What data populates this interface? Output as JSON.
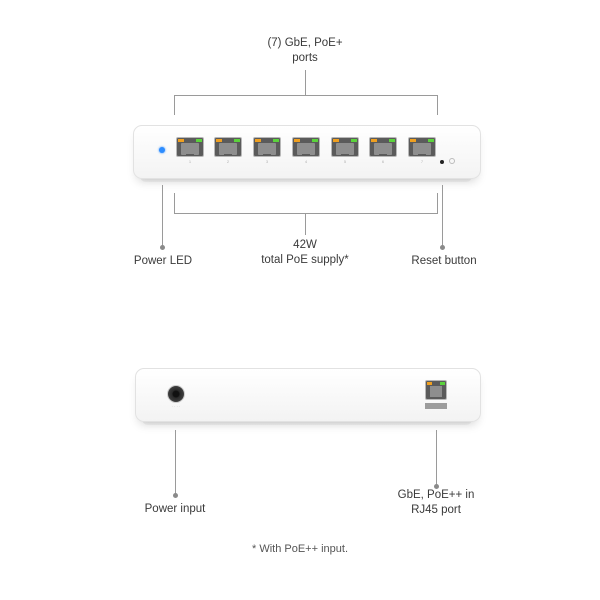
{
  "labels": {
    "ports_top": "(7) GbE, PoE+",
    "ports_bottom": "ports",
    "power_led": "Power LED",
    "poe_supply_top": "42W",
    "poe_supply_bottom": "total PoE supply*",
    "reset_button": "Reset button",
    "power_input": "Power input",
    "uplink_top": "GbE, PoE++ in",
    "uplink_bottom": "RJ45 port",
    "footnote": "* With PoE++ input."
  },
  "front_ports": [
    "1",
    "2",
    "3",
    "4",
    "5",
    "6",
    "7"
  ],
  "colors": {
    "power_led": "#2d8cff",
    "port_led_amber": "#f0a020",
    "port_led_green": "#5bd33c"
  }
}
